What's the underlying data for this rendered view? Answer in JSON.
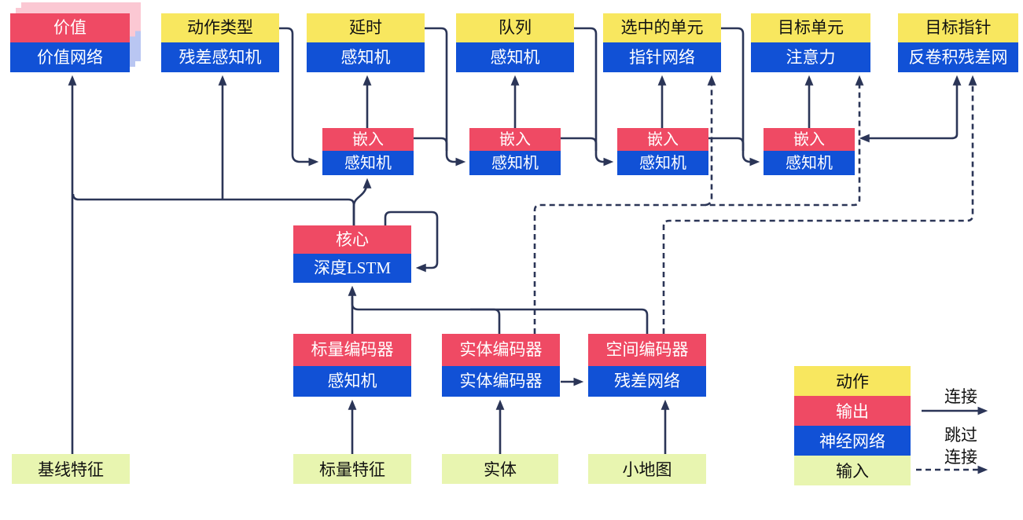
{
  "colors": {
    "action_yellow": "#F8E75F",
    "output_red": "#EF4A64",
    "network_blue": "#1151D6",
    "input_green": "#E8F5B0",
    "shadow_pink": "#FBC8D3",
    "shadow_blue": "#B9C6F2",
    "line_navy": "#2B3557"
  },
  "nodes": {
    "value": {
      "top": "价值",
      "bottom": "价值网络"
    },
    "action_type": {
      "top": "动作类型",
      "bottom": "残差感知机"
    },
    "delay": {
      "top": "延时",
      "bottom": "感知机"
    },
    "queue": {
      "top": "队列",
      "bottom": "感知机"
    },
    "selected_units": {
      "top": "选中的单元",
      "bottom": "指针网络"
    },
    "target_unit": {
      "top": "目标单元",
      "bottom": "注意力"
    },
    "target_point": {
      "top": "目标指针",
      "bottom": "反卷积残差网"
    },
    "embeds": [
      {
        "top": "嵌入",
        "bottom": "感知机"
      },
      {
        "top": "嵌入",
        "bottom": "感知机"
      },
      {
        "top": "嵌入",
        "bottom": "感知机"
      },
      {
        "top": "嵌入",
        "bottom": "感知机"
      }
    ],
    "core": {
      "top": "核心",
      "bottom": "深度LSTM"
    },
    "scalar_encoder": {
      "top": "标量编码器",
      "bottom": "感知机"
    },
    "entity_encoder": {
      "top": "实体编码器",
      "bottom": "实体编码器"
    },
    "spatial_encoder": {
      "top": "空间编码器",
      "bottom": "残差网络"
    },
    "baseline_features": {
      "label": "基线特征"
    },
    "scalar_features": {
      "label": "标量特征"
    },
    "entities": {
      "label": "实体"
    },
    "minimap": {
      "label": "小地图"
    }
  },
  "legend": {
    "rows": [
      {
        "label": "动作",
        "type": "action"
      },
      {
        "label": "输出",
        "type": "output"
      },
      {
        "label": "神经网络",
        "type": "network"
      },
      {
        "label": "输入",
        "type": "input"
      }
    ],
    "solid_label": "连接",
    "dashed_label_line1": "跳过",
    "dashed_label_line2": "连接"
  }
}
